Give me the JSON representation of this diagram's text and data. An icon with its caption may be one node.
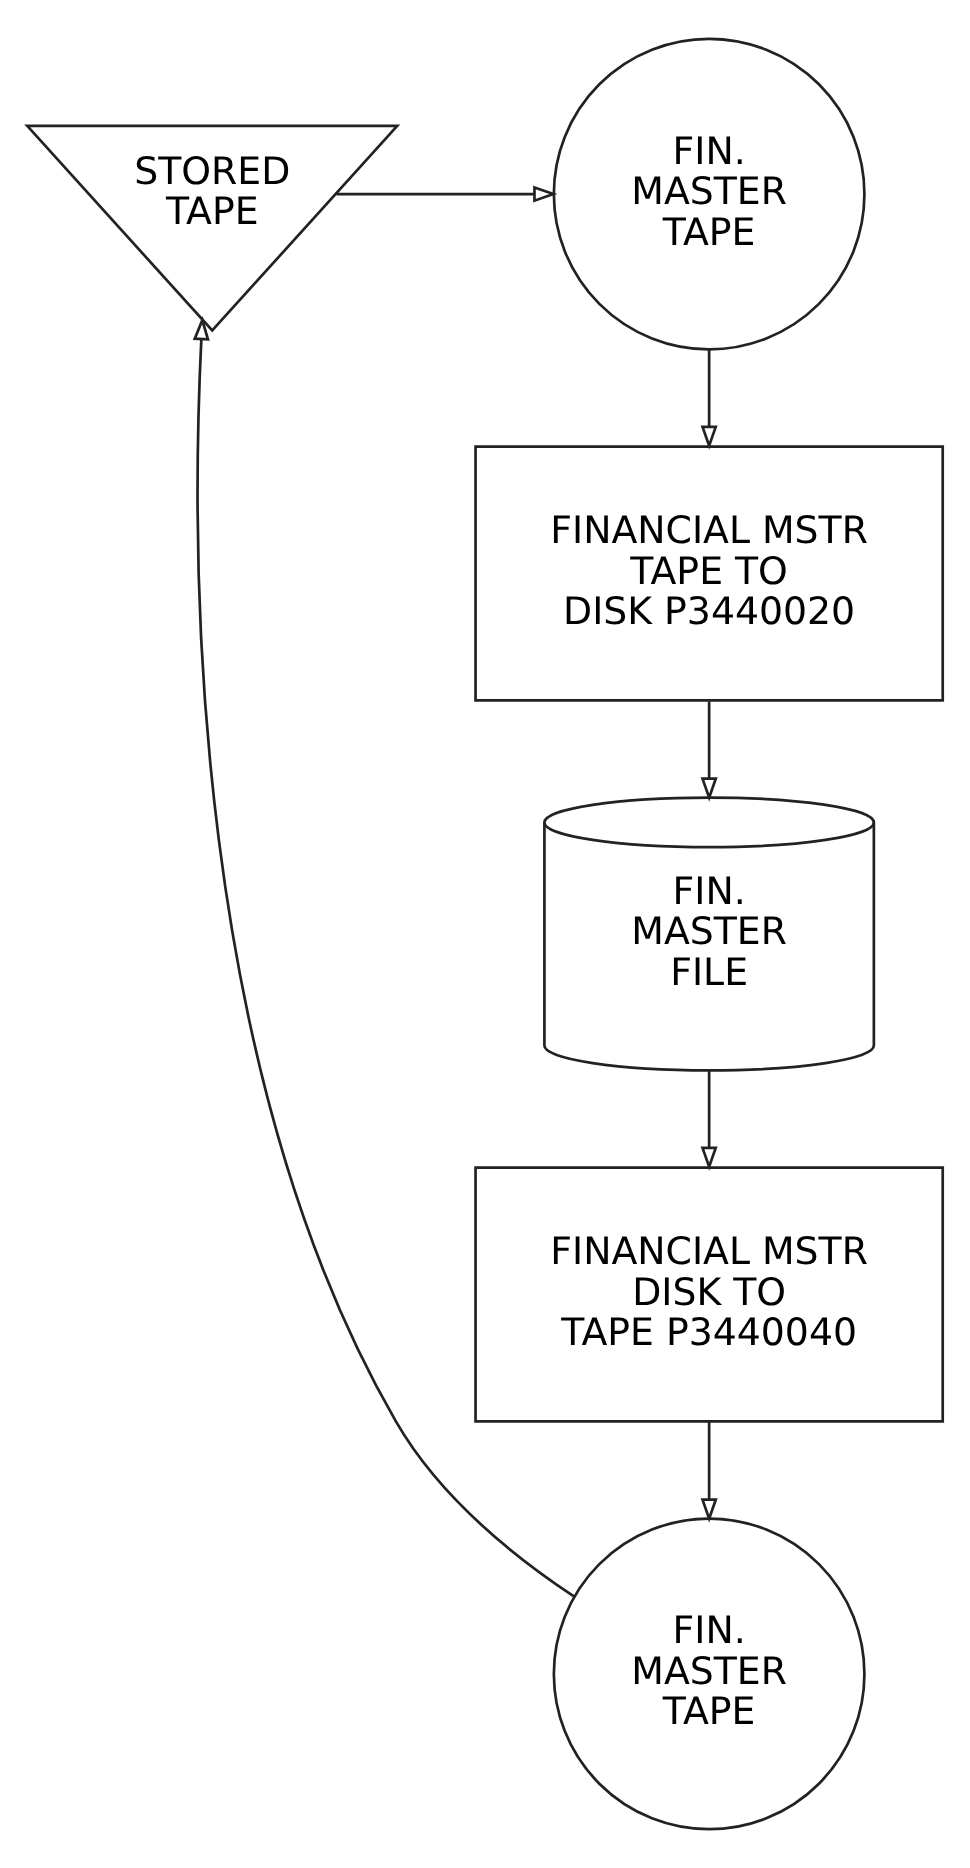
{
  "diagram": {
    "nodes": [
      {
        "text": [
          "STORED TAPE"
        ]
      },
      {
        "text": [
          "FIN. MASTER TAPE"
        ]
      },
      {
        "text": [
          "FINANCIAL MSTR TAPE TO DISK P3440020"
        ]
      },
      {
        "text": [
          "FIN. MASTER FILE"
        ]
      },
      {
        "text": [
          "FINANCIAL MSTR DISK TO TAPE P3440040"
        ]
      },
      {
        "text": [
          "FIN. MASTER TAPE"
        ]
      }
    ],
    "edges": [
      {
        "from": 0,
        "to": 1,
        "arrow": "to"
      },
      {
        "from": 1,
        "to": 2,
        "arrow": "to"
      },
      {
        "from": 2,
        "to": 3,
        "arrow": "to"
      },
      {
        "from": 3,
        "to": 4,
        "arrow": "to"
      },
      {
        "from": 4,
        "to": 5,
        "arrow": "to"
      },
      {
        "from": 5,
        "to": 0,
        "arrow": "to"
      }
    ]
  }
}
